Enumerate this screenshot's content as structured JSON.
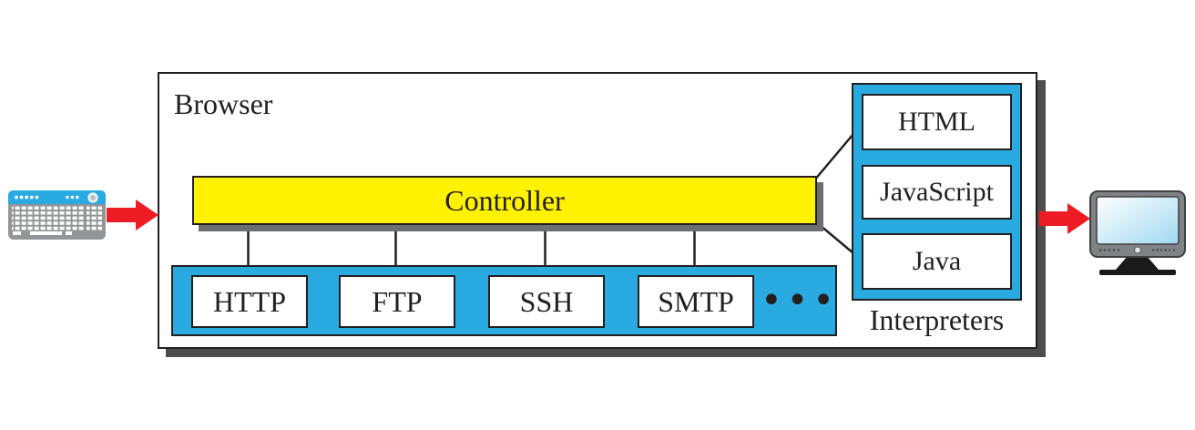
{
  "diagram": {
    "title": "Browser",
    "controller": {
      "label": "Controller"
    },
    "protocol_bar": {
      "items": [
        {
          "label": "HTTP"
        },
        {
          "label": "FTP"
        },
        {
          "label": "SSH"
        },
        {
          "label": "SMTP"
        }
      ],
      "ellipsis": "•••"
    },
    "interpreters": {
      "items": [
        {
          "label": "HTML"
        },
        {
          "label": "JavaScript"
        },
        {
          "label": "Java"
        }
      ],
      "caption": "Interpreters"
    },
    "icons": {
      "input_device": "keyboard-icon",
      "output_device": "monitor-icon",
      "flow": "red-arrow-icon"
    },
    "colors": {
      "cyan": "#29ABE2",
      "yellow": "#FFF200",
      "red": "#ED1C24",
      "ink": "#231F20",
      "browser_shadow": "#4D4D4D",
      "controller_shadow": "#6D6E71",
      "keyboard_gray": "#939598",
      "monitor_gray": "#808285",
      "screen_blue": "#9FD9F0"
    }
  }
}
